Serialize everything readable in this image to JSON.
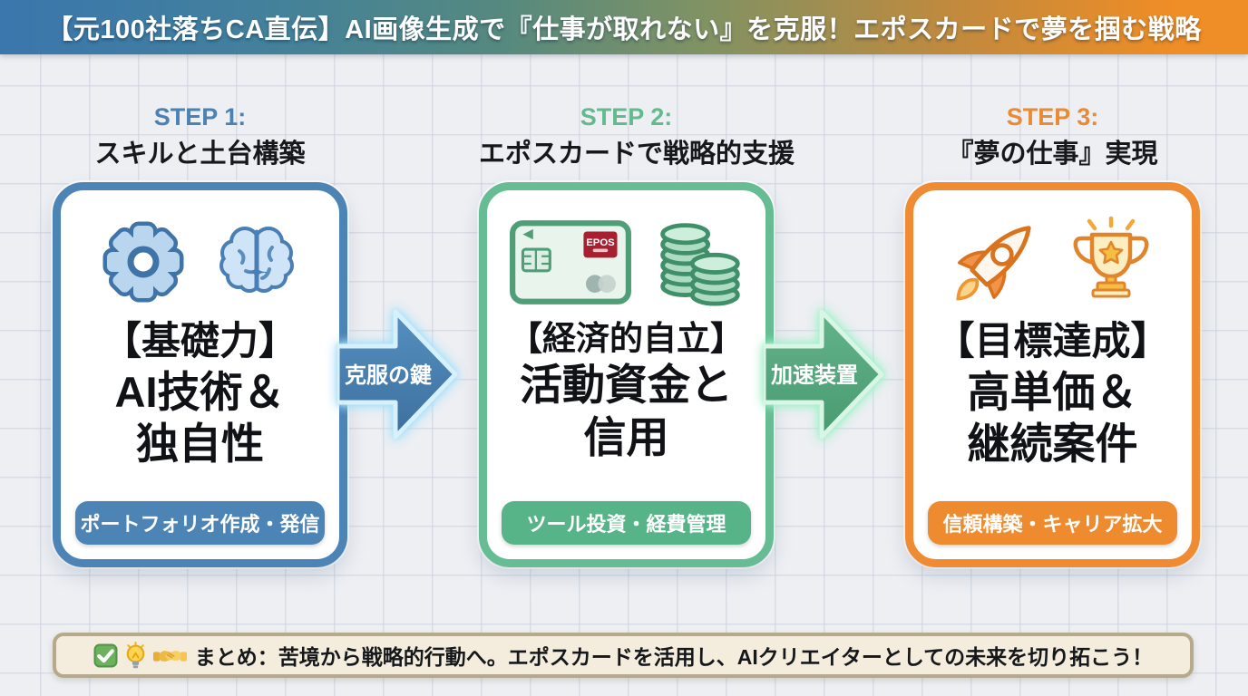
{
  "title": "【元100社落ちCA直伝】AI画像生成で『仕事が取れない』を克服！エポスカードで夢を掴む戦略",
  "steps": [
    {
      "step_label": "STEP 1:",
      "step_title": "スキルと土台構築",
      "lines": [
        "【基礎力】",
        "AI技術＆",
        "独自性"
      ],
      "badge": "ポートフォリオ作成・発信",
      "icons": [
        "gear-icon",
        "brain-icon"
      ],
      "accent": "#4c84b6"
    },
    {
      "step_label": "STEP 2:",
      "step_title": "エポスカードで戦略的支援",
      "lines": [
        "【経済的自立】",
        "活動資金と",
        "信用"
      ],
      "badge": "ツール投資・経費管理",
      "icons": [
        "epos-credit-card-icon",
        "coin-stack-icon"
      ],
      "accent": "#66bd93",
      "card_brand": "EPOS"
    },
    {
      "step_label": "STEP 3:",
      "step_title": "『夢の仕事』実現",
      "lines": [
        "【目標達成】",
        "高単価＆",
        "継続案件"
      ],
      "badge": "信頼構築・キャリア拡大",
      "icons": [
        "rocket-icon",
        "trophy-icon"
      ],
      "accent": "#ee8b33"
    }
  ],
  "arrows": [
    {
      "label": "克服の鍵",
      "color": "#4a80b1"
    },
    {
      "label": "加速装置",
      "color": "#57a87f"
    }
  ],
  "summary": {
    "text": "まとめ：苦境から戦略的行動へ。エポスカードを活用し、AIクリエイターとしての未来を切り拓こう！",
    "icons": [
      "check-icon",
      "bulb-icon",
      "handshake-icon"
    ]
  },
  "colors": {
    "background": "#edeff3",
    "title_gradient_left": "#3b76ad",
    "title_gradient_right": "#ef8d26",
    "step1_accent": "#4c84b6",
    "step2_accent": "#66bd93",
    "step3_accent": "#ee8b33",
    "summary_bg": "#f4eddd",
    "summary_border": "#b7a98b"
  }
}
